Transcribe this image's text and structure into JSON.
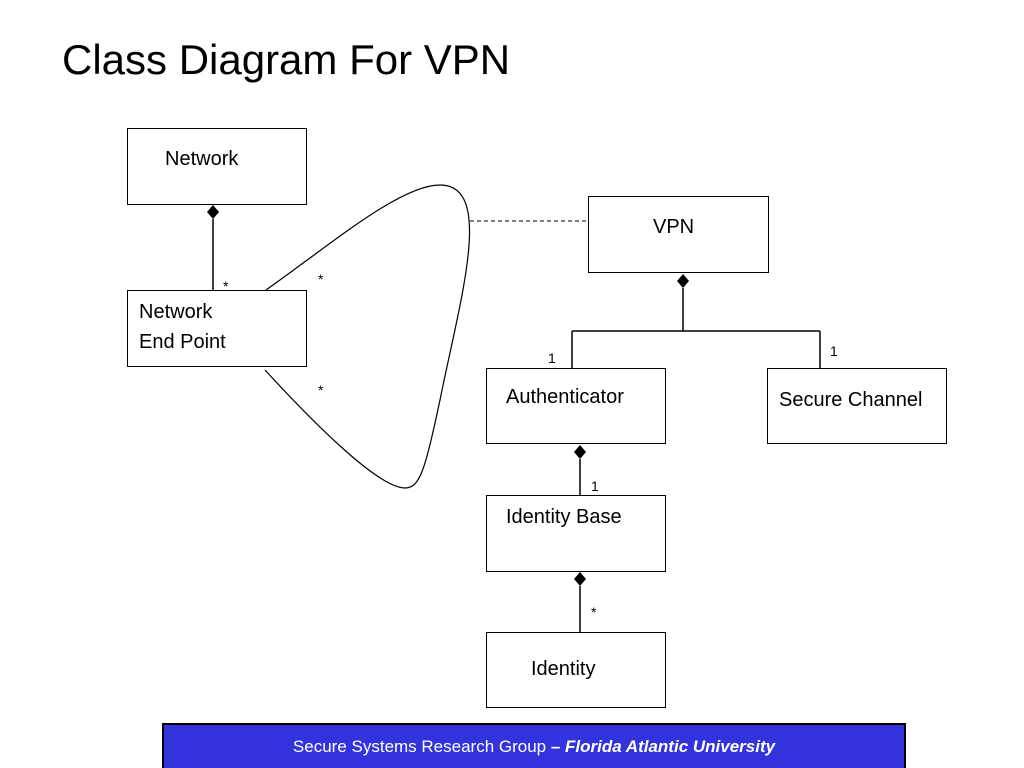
{
  "title": "Class Diagram For VPN",
  "classes": {
    "network": "Network",
    "network_end_point": [
      "Network",
      "End Point"
    ],
    "vpn": "VPN",
    "authenticator": "Authenticator",
    "secure_channel": "Secure Channel",
    "identity_base": "Identity Base",
    "identity": "Identity"
  },
  "multiplicities": {
    "endpoint_network": "*",
    "endpoint_assoc_top": "*",
    "endpoint_assoc_bottom": "*",
    "vpn_authenticator": "1",
    "vpn_secure_channel": "1",
    "authenticator_identity_base": "1",
    "identity_base_identity": "*"
  },
  "footer": {
    "group": "Secure Systems Research Group",
    "separator": " – ",
    "university": "Florida Atlantic University"
  }
}
